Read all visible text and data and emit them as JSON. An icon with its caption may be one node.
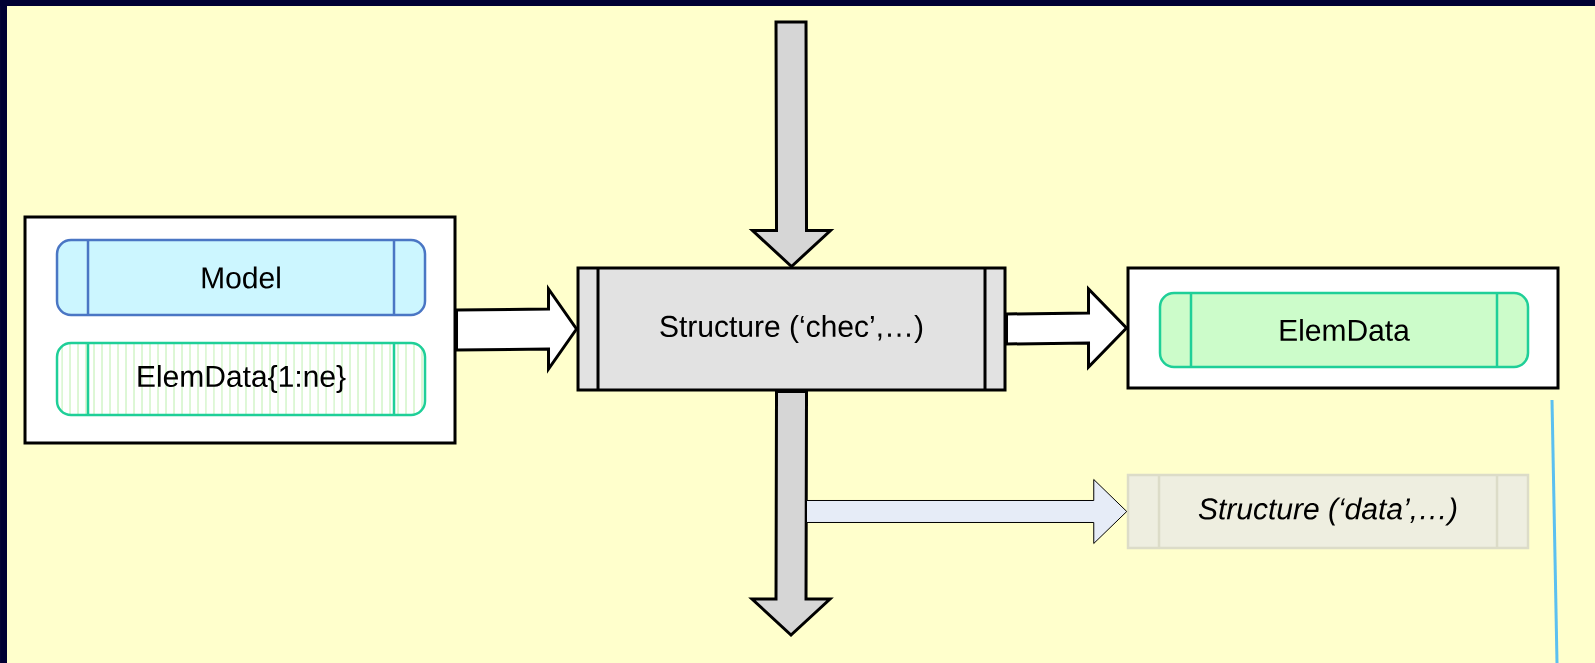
{
  "diagram": {
    "nodes": [
      {
        "text": [],
        "shape": "box"
      },
      {
        "text": [
          "Model"
        ],
        "in": 0
      },
      {
        "text": [
          "ElemData{1:ne}"
        ],
        "in": 0
      },
      {
        "text": [
          "Structure (‘chec’,…)"
        ]
      },
      {
        "text": [],
        "shape": "box"
      },
      {
        "text": [
          "ElemData"
        ],
        "in": 4
      },
      {
        "text": [
          "Structure (‘data’,…)"
        ]
      }
    ],
    "edges": [
      {
        "from": null,
        "to": 3,
        "arrow": "to"
      },
      {
        "from": 0,
        "to": 3,
        "arrow": "to"
      },
      {
        "from": 3,
        "to": 4,
        "arrow": "to"
      },
      {
        "from": 3,
        "to": null,
        "arrow": "to"
      },
      {
        "from": 3,
        "to": 6,
        "arrow": "to",
        "color": "#e6ecf7"
      }
    ]
  }
}
